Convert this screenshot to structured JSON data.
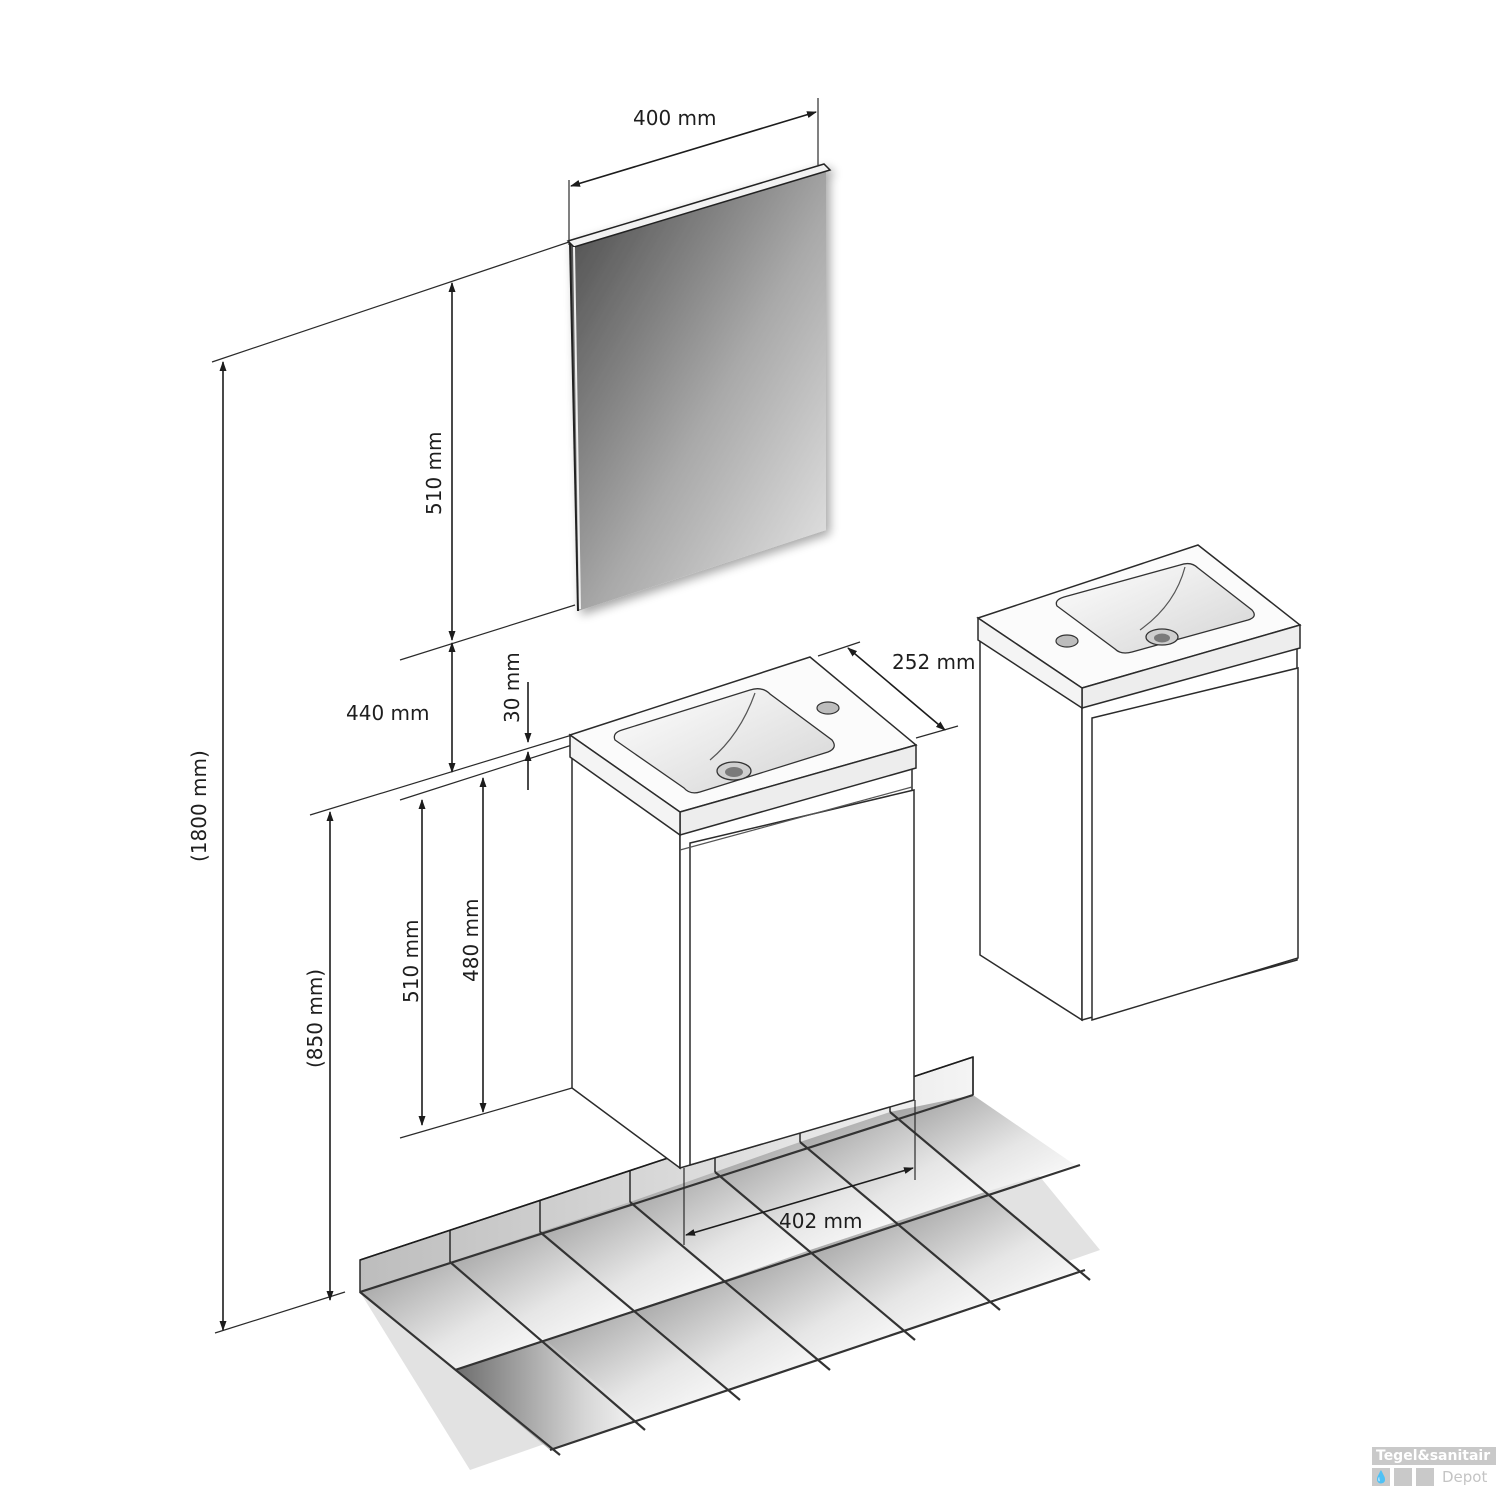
{
  "diagram": {
    "type": "technical-dimension-drawing",
    "subject": "Wall-hung washbasin cabinet with mirror",
    "colors": {
      "line": "#1c1c1c",
      "mirror_dark": "#4a4a4a",
      "mirror_light": "#e6e6e6",
      "tile_light": "#f4f4f4",
      "tile_dark": "#8a8a8a",
      "cabinet": "#ffffff"
    }
  },
  "dimensions": {
    "mirror_width": "400 mm",
    "mirror_height": "510 mm",
    "gap_mirror_to_basin": "440 mm",
    "basin_thickness": "30 mm",
    "basin_depth": "252 mm",
    "cabinet_height_total": "510 mm",
    "cabinet_door_height": "480 mm",
    "floor_to_top_overall": "(1800 mm)",
    "floor_to_basin": "(850 mm)",
    "cabinet_width": "402 mm"
  },
  "components": {
    "mirror": {
      "label": "mirror"
    },
    "front_cabinet": {
      "label": "washbasin cabinet (front view, tap hole right)"
    },
    "side_cabinet": {
      "label": "washbasin cabinet (alternate, tap hole left)"
    },
    "floor": {
      "label": "tiled floor"
    }
  },
  "watermark": {
    "line1": "Tegel&sanitair",
    "line2": "Depot"
  }
}
